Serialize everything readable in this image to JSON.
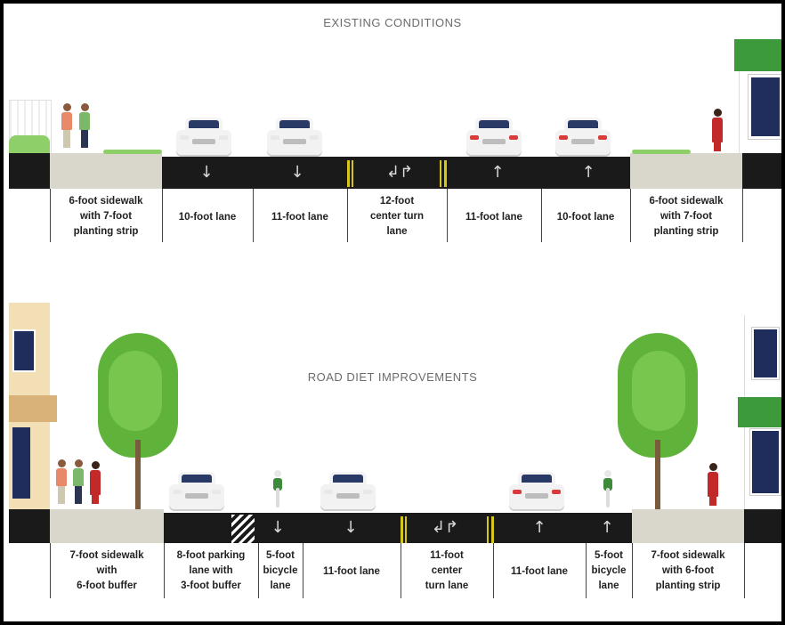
{
  "existing": {
    "title": "EXISTING CONDITIONS",
    "labels": [
      "6-foot sidewalk\nwith 7-foot\nplanting strip",
      "10-foot lane",
      "11-foot lane",
      "12-foot\ncenter turn\nlane",
      "11-foot lane",
      "10-foot lane",
      "6-foot sidewalk\nwith 7-foot\nplanting strip"
    ]
  },
  "improved": {
    "title": "ROAD DIET IMPROVEMENTS",
    "labels": [
      "7-foot sidewalk\nwith\n6-foot buffer",
      "8-foot parking\nlane with\n3-foot buffer",
      "5-foot\nbicycle\nlane",
      "11-foot lane",
      "11-foot\ncenter\nturn lane",
      "11-foot lane",
      "5-foot\nbicycle\nlane",
      "7-foot sidewalk\nwith 6-foot\nplanting strip"
    ]
  },
  "colors": {
    "road": "#1a1a1a",
    "sidewalk": "#d9d6cc",
    "tree": "#5fb33a",
    "awning": "#3d9a3a",
    "lane_marking_yellow": "#d7c61f",
    "building": "#f3dfb5"
  }
}
